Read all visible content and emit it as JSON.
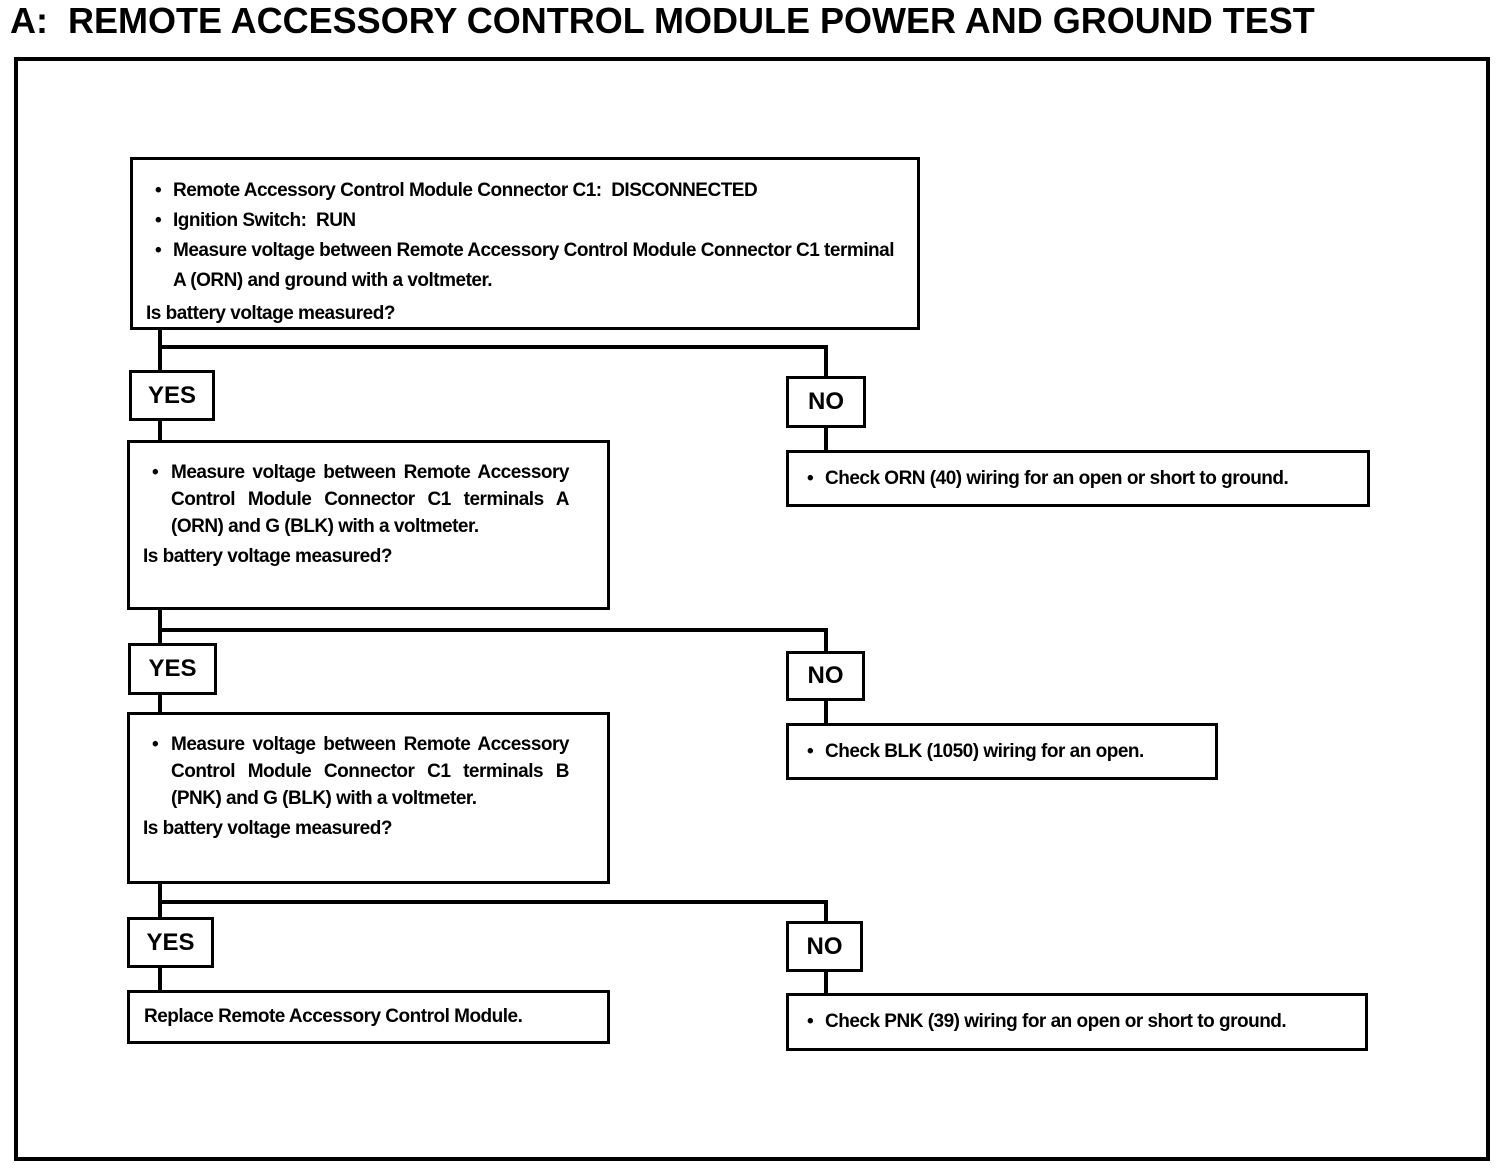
{
  "title": "A:  REMOTE ACCESSORY CONTROL MODULE POWER AND GROUND TEST",
  "flow": {
    "step1": {
      "bullets": [
        "Remote Accessory Control Module Connector C1:  DISCONNECTED",
        "Ignition Switch:  RUN",
        "Measure voltage between Remote Accessory Control Module Connector C1 terminal A (ORN) and ground with a voltmeter."
      ],
      "question": "Is battery voltage measured?"
    },
    "row1": {
      "yes_label": "YES",
      "no_label": "NO",
      "no_action": "Check ORN (40) wiring for an open or short to ground."
    },
    "step2": {
      "bullets": [
        "Measure voltage between Remote Accessory Control Module Connector C1 terminals A (ORN) and G (BLK) with a voltmeter."
      ],
      "question": "Is battery voltage measured?"
    },
    "row2": {
      "yes_label": "YES",
      "no_label": "NO",
      "no_action": "Check BLK (1050) wiring for an open."
    },
    "step3": {
      "bullets": [
        "Measure voltage between Remote Accessory Control Module Connector C1 terminals B (PNK) and G (BLK) with a voltmeter."
      ],
      "question": "Is battery voltage measured?"
    },
    "row3": {
      "yes_label": "YES",
      "no_label": "NO",
      "no_action": "Check PNK (39) wiring for an open or short to ground.",
      "yes_action": "Replace Remote Accessory Control Module."
    }
  },
  "colors": {
    "ink": "#000000",
    "paper": "#ffffff"
  }
}
